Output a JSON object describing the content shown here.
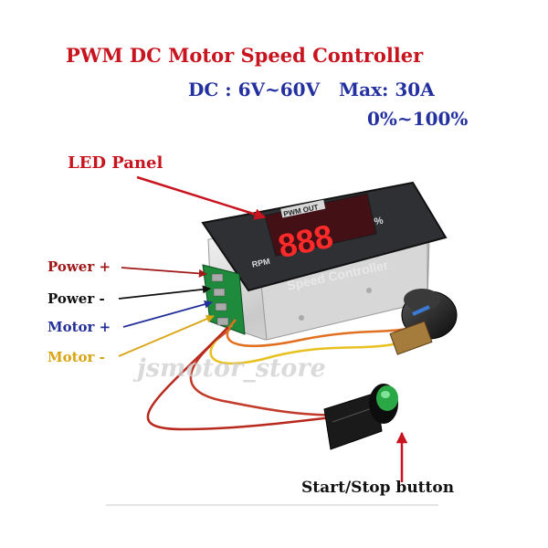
{
  "header": {
    "title": "PWM DC Motor Speed Controller",
    "spec_voltage_current": "DC : 6V~60V   Max: 30A",
    "spec_range": "0%~100%"
  },
  "callouts": {
    "led_panel": "LED Panel",
    "power_plus": "Power +",
    "power_minus": "Power -",
    "motor_plus": "Motor +",
    "motor_minus": "Motor -",
    "start_stop": "Start/Stop button"
  },
  "device": {
    "display_digits": "888",
    "pwm_out": "PWM OUT",
    "percent": "%",
    "rpm": "RPM",
    "faceplate": "Speed Controller"
  },
  "watermark": "jsmotor_store",
  "colors": {
    "title_red": "#c8141e",
    "spec_blue": "#2330a0",
    "panel_dark": "#2e3034",
    "led_red": "#ff2a2a",
    "terminal_green": "#1e8a3c",
    "button_green": "#2aa845"
  }
}
